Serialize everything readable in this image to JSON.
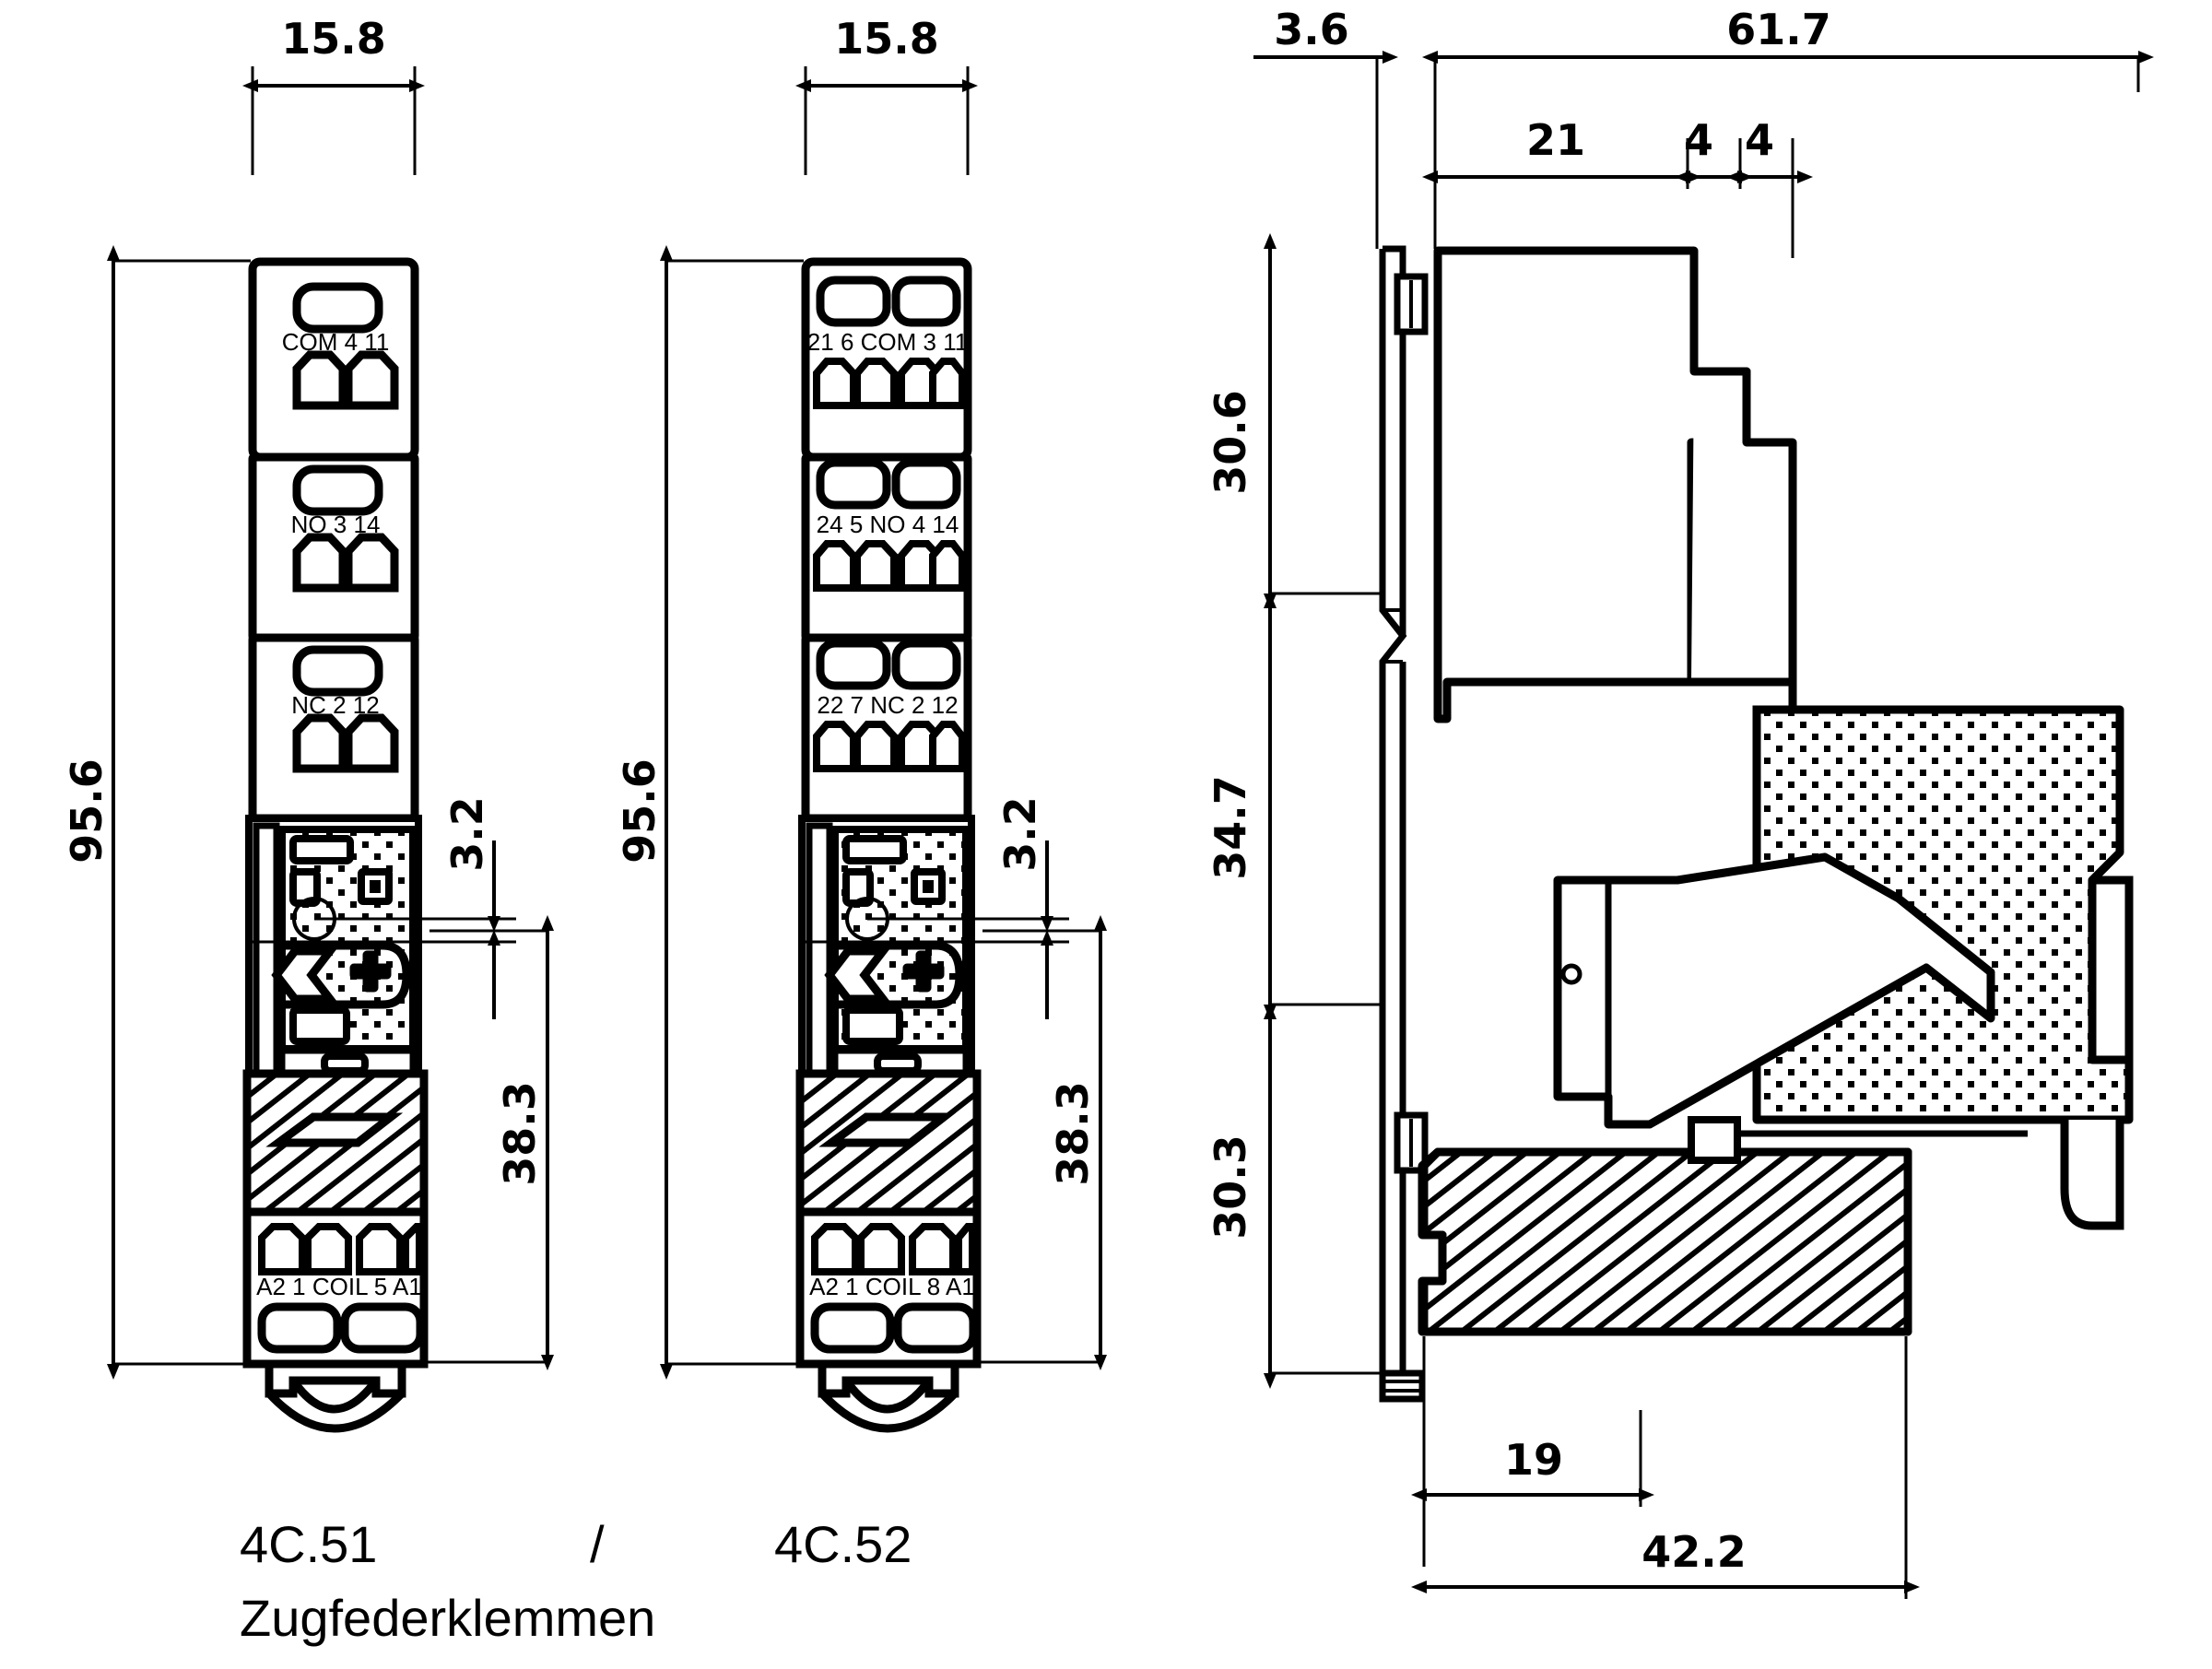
{
  "drawing": {
    "kind": "technical-dimension-drawing",
    "units": "mm",
    "title_line_1_left": "4C.51",
    "title_separator": "/",
    "title_line_1_right": "4C.52",
    "title_line_2": "Zugfederklemmen"
  },
  "views": {
    "front_4c51": {
      "name": "4C.51",
      "width_dim": "15.8",
      "height_dim": "95.6",
      "offset_dim": "3.2",
      "lower_dim": "38.3",
      "terminal_blocks": [
        {
          "label_parts": [
            "COM",
            "4",
            "11"
          ],
          "label": "COM  4 11"
        },
        {
          "label_parts": [
            "NO",
            "3",
            "14"
          ],
          "label": "NO  3 14"
        },
        {
          "label_parts": [
            "NC",
            "2",
            "12"
          ],
          "label": "NC  2 12"
        }
      ],
      "coil_block": {
        "label_parts": [
          "A2",
          "1",
          "COIL",
          "5",
          "A1"
        ],
        "label": "A2  1  COIL   5  A1"
      }
    },
    "front_4c52": {
      "name": "4C.52",
      "width_dim": "15.8",
      "height_dim": "95.6",
      "offset_dim": "3.2",
      "lower_dim": "38.3",
      "terminal_blocks": [
        {
          "label_parts": [
            "21",
            "6",
            "COM",
            "3",
            "11"
          ],
          "label": "21  6  COM  3  11"
        },
        {
          "label_parts": [
            "24",
            "5",
            "NO",
            "4",
            "14"
          ],
          "label": "24  5  NO  4  14"
        },
        {
          "label_parts": [
            "22",
            "7",
            "NC",
            "2",
            "12"
          ],
          "label": "22  7  NC  2  12"
        }
      ],
      "coil_block": {
        "label_parts": [
          "A2",
          "1",
          "COIL",
          "8",
          "A1"
        ],
        "label": "A2  1  COIL   8  A1"
      }
    },
    "side": {
      "name": "side-view",
      "dims_top": [
        "3.6",
        "61.7",
        "21",
        "4",
        "4"
      ],
      "dims_left": [
        "30.6",
        "34.7",
        "30.3"
      ],
      "dims_bottom": [
        "19",
        "42.2"
      ],
      "d_3_6": "3.6",
      "d_61_7": "61.7",
      "d_21": "21",
      "d_4_a": "4",
      "d_4_b": "4",
      "d_30_6": "30.6",
      "d_34_7": "34.7",
      "d_30_3": "30.3",
      "d_19": "19",
      "d_42_2": "42.2"
    }
  },
  "colors": {
    "line": "#000000",
    "background": "#ffffff",
    "fill": "#ffffff"
  }
}
